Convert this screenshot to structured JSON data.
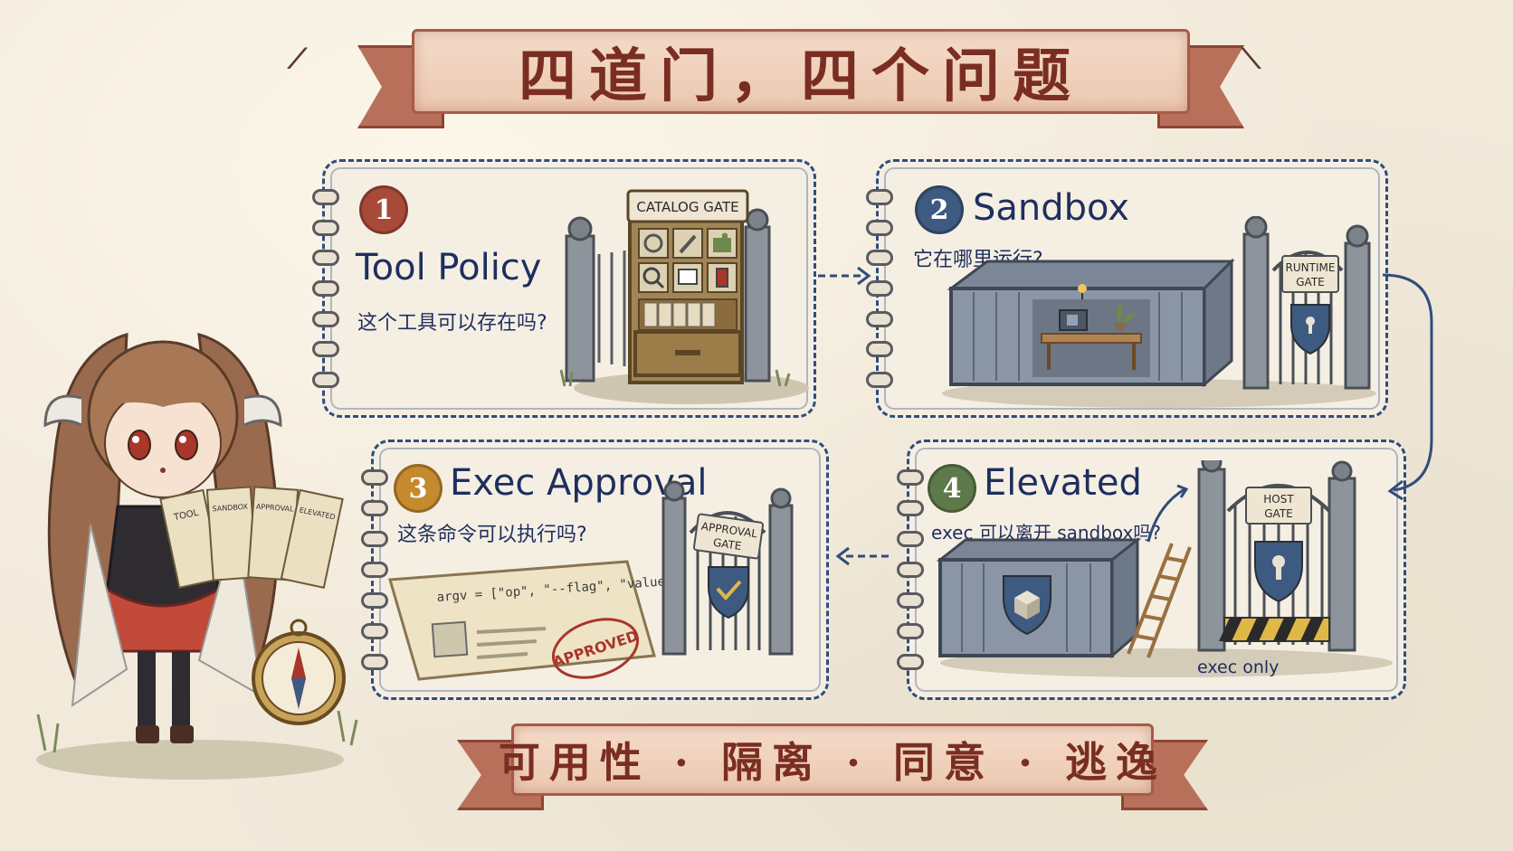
{
  "header": {
    "title": "四道门，四个问题"
  },
  "footer": {
    "summary": "可用性 · 隔离 · 同意 · 逃逸"
  },
  "colors": {
    "ink": "#1e2f5e",
    "banner": "#7a2e22",
    "badge1": "#a84a3a",
    "badge2": "#3d5a80",
    "badge3": "#c68a2e",
    "badge4": "#5f7a4a"
  },
  "gates": [
    {
      "number": "1",
      "title": "Tool Policy",
      "question": "这个工具可以存在吗?",
      "sign": "CATALOG GATE"
    },
    {
      "number": "2",
      "title": "Sandbox",
      "question": "它在哪里运行?",
      "sign_line1": "RUNTIME",
      "sign_line2": "GATE"
    },
    {
      "number": "3",
      "title": "Exec Approval",
      "question": "这条命令可以执行吗?",
      "sign_line1": "APPROVAL",
      "sign_line2": "GATE",
      "argv": "argv = [\"op\", \"--flag\", \"value\"]",
      "stamp": "APPROVED"
    },
    {
      "number": "4",
      "title": "Elevated",
      "question": "exec 可以离开 sandbox吗?",
      "sign_line1": "HOST",
      "sign_line2": "GATE",
      "note": "exec only"
    }
  ],
  "cards_held": [
    "TOOL",
    "SANDBOX",
    "APPROVAL",
    "ELEVATED"
  ],
  "icons": [
    "gear-icon",
    "wrench-icon",
    "puzzle-icon",
    "magnifier-icon",
    "card-icon",
    "thread-spool-icon",
    "shield-lock-icon",
    "shield-check-icon",
    "shield-cube-icon",
    "compass-icon"
  ]
}
